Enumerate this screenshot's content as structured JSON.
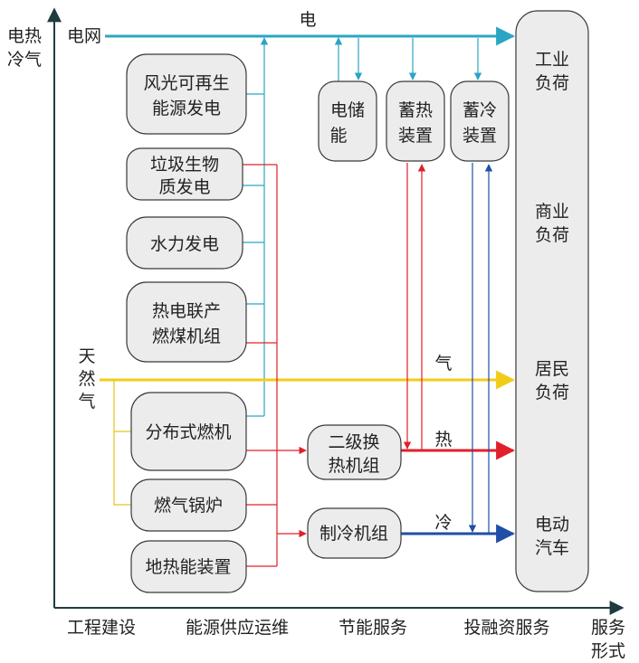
{
  "axis": {
    "y_title_line1": "电热",
    "y_title_line2": "冷气",
    "x_title_line1": "服务",
    "x_title_line2": "形式",
    "x_categories": [
      "工程建设",
      "能源供应运维",
      "节能服务",
      "投融资服务"
    ]
  },
  "sources": {
    "grid": "电网",
    "gas_line1": "天",
    "gas_line2": "然",
    "gas_line3": "气"
  },
  "generators": [
    {
      "line1": "风光可再生",
      "line2": "能源发电"
    },
    {
      "line1": "垃圾生物",
      "line2": "质发电"
    },
    {
      "line1": "水力发电",
      "line2": ""
    },
    {
      "line1": "热电联产",
      "line2": "燃煤机组"
    },
    {
      "line1": "分布式燃机",
      "line2": ""
    },
    {
      "line1": "燃气锅炉",
      "line2": ""
    },
    {
      "line1": "地热能装置",
      "line2": ""
    }
  ],
  "storage": [
    {
      "line1": "电储",
      "line2": "能"
    },
    {
      "line1": "蓄热",
      "line2": "装置"
    },
    {
      "line1": "蓄冷",
      "line2": "装置"
    }
  ],
  "converters": [
    {
      "line1": "二级换",
      "line2": "热机组"
    },
    {
      "line1": "制冷机组",
      "line2": ""
    }
  ],
  "flow_labels": {
    "electricity": "电",
    "gas": "气",
    "heat": "热",
    "cold": "冷"
  },
  "loads": [
    {
      "line1": "工业",
      "line2": "负荷"
    },
    {
      "line1": "商业",
      "line2": "负荷"
    },
    {
      "line1": "居民",
      "line2": "负荷"
    },
    {
      "line1": "电动",
      "line2": "汽车"
    }
  ],
  "colors": {
    "electricity": "#2aa6c4",
    "gas": "#f2cc18",
    "heat": "#e0202a",
    "cold": "#1f4fa6",
    "node_fill": "#ececec",
    "axis": "#1f3b40"
  }
}
